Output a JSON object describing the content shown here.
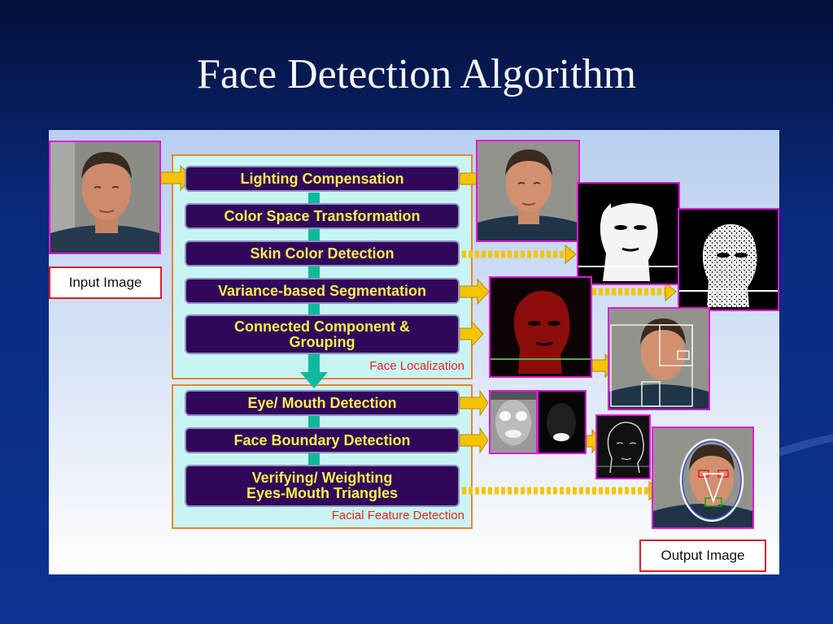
{
  "slide": {
    "title": "Face Detection Algorithm"
  },
  "diagram": {
    "input_label": "Input Image",
    "output_label": "Output Image",
    "groups": {
      "localization": "Face Localization",
      "facial_feature": "Facial Feature Detection"
    },
    "steps": [
      "Lighting Compensation",
      "Color Space Transformation",
      "Skin Color Detection",
      "Variance-based Segmentation",
      "Connected Component &\nGrouping",
      "Eye/ Mouth Detection",
      "Face Boundary Detection",
      "Verifying/ Weighting\nEyes-Mouth Triangles"
    ],
    "colors": {
      "step_fill": "#31075c",
      "step_text": "#f7f04a",
      "arrow": "#f5c400",
      "flow_connector": "#11b99c",
      "group_fill": "#c9f4f4",
      "group_border": "#e8862c",
      "photo_border": "#e019d6"
    }
  }
}
